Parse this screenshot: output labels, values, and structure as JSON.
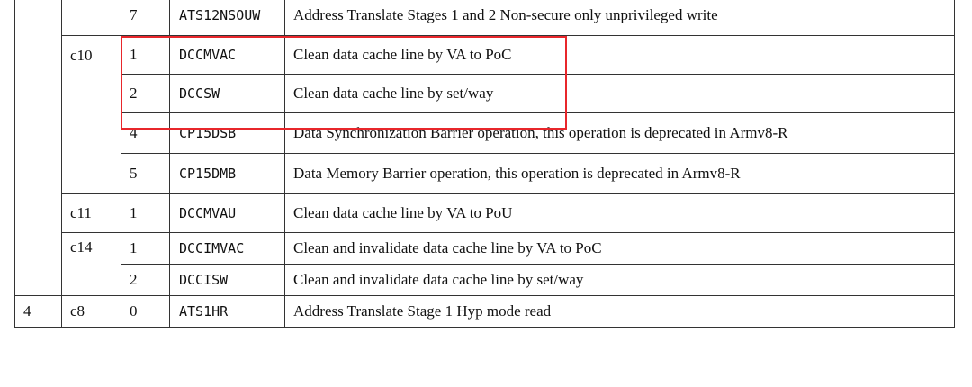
{
  "table": {
    "rows": [
      {
        "opc1": "",
        "crn": "",
        "opc2": "7",
        "name": "ATS12NSOUW",
        "description": "Address Translate Stages 1 and 2 Non-secure only unprivileged write"
      },
      {
        "opc1": "",
        "crn": "c10",
        "opc2": "1",
        "name": "DCCMVAC",
        "description": "Clean data cache line by VA to PoC"
      },
      {
        "opc1": "",
        "crn": "",
        "opc2": "2",
        "name": "DCCSW",
        "description": "Clean data cache line by set/way"
      },
      {
        "opc1": "",
        "crn": "",
        "opc2": "4",
        "name": "CP15DSB",
        "description": "Data Synchronization Barrier operation, this operation is deprecated in Armv8-R"
      },
      {
        "opc1": "",
        "crn": "",
        "opc2": "5",
        "name": "CP15DMB",
        "description": "Data Memory Barrier operation, this operation is deprecated in Armv8-R"
      },
      {
        "opc1": "",
        "crn": "c11",
        "opc2": "1",
        "name": "DCCMVAU",
        "description": "Clean data cache line by VA to PoU"
      },
      {
        "opc1": "",
        "crn": "c14",
        "opc2": "1",
        "name": "DCCIMVAC",
        "description": "Clean and invalidate data cache line by VA to PoC"
      },
      {
        "opc1": "",
        "crn": "",
        "opc2": "2",
        "name": "DCCISW",
        "description": "Clean and invalidate data cache line by set/way"
      },
      {
        "opc1": "4",
        "crn": "c8",
        "opc2": "0",
        "name": "ATS1HR",
        "description": "Address Translate Stage 1 Hyp mode read"
      }
    ]
  },
  "highlight": {
    "color": "#e8262b"
  }
}
